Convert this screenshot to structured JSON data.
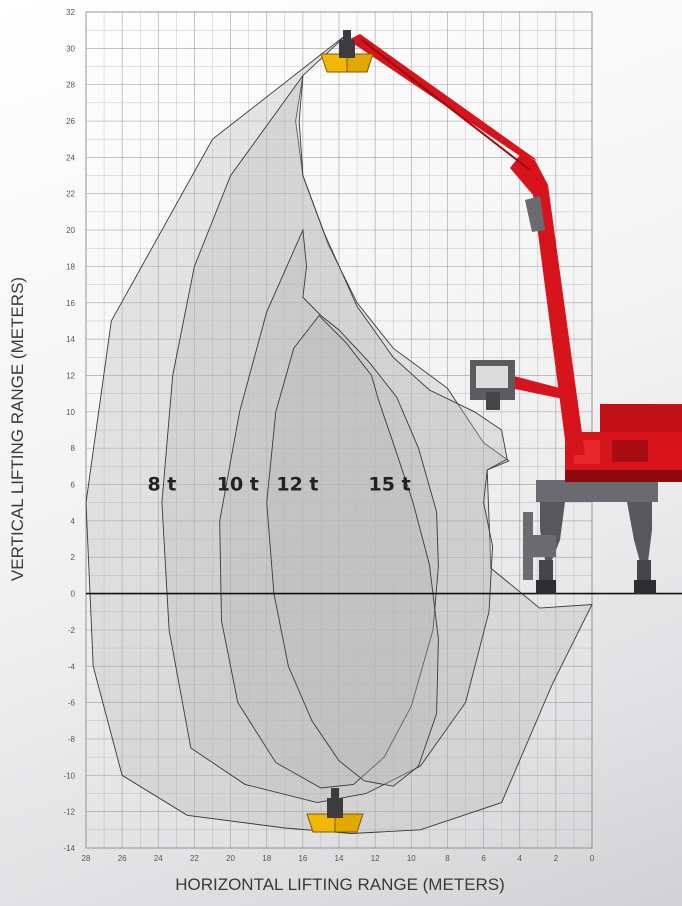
{
  "chart_data": {
    "type": "area",
    "xlabel": "HORIZONTAL LIFTING RANGE (METERS)",
    "ylabel": "VERTICAL LIFTING RANGE (METERS)",
    "xlim": [
      28,
      0
    ],
    "ylim": [
      -14,
      32
    ],
    "x_ticks": [
      "28",
      "26",
      "24",
      "22",
      "20",
      "18",
      "16",
      "14",
      "12",
      "10",
      "8",
      "6",
      "4",
      "2",
      "0"
    ],
    "y_ticks": [
      "32",
      "30",
      "28",
      "26",
      "24",
      "22",
      "20",
      "18",
      "16",
      "14",
      "12",
      "10",
      "8",
      "6",
      "4",
      "2",
      "0",
      "-2",
      "-4",
      "-6",
      "-8",
      "-10",
      "-12",
      "-14"
    ],
    "grid": true,
    "series": [
      {
        "name": "8 t",
        "outline": [
          [
            13.4,
            30.9
          ],
          [
            21,
            25
          ],
          [
            26.6,
            15
          ],
          [
            28,
            5
          ],
          [
            27.6,
            -4
          ],
          [
            26,
            -10
          ],
          [
            22.4,
            -12.2
          ],
          [
            17,
            -12.9
          ],
          [
            13.3,
            -13.2
          ],
          [
            9.5,
            -13
          ],
          [
            5,
            -11.5
          ],
          [
            2.2,
            -5
          ],
          [
            0,
            -0.6
          ],
          [
            2.9,
            -0.8
          ],
          [
            5.6,
            1.4
          ],
          [
            5.8,
            6.8
          ],
          [
            4.6,
            7.3
          ],
          [
            6,
            8.3
          ],
          [
            8,
            11.3
          ],
          [
            11,
            13.5
          ],
          [
            13,
            16
          ],
          [
            14.6,
            19.2
          ],
          [
            16,
            23
          ],
          [
            16.4,
            26
          ],
          [
            16,
            28.5
          ],
          [
            13.4,
            30.9
          ]
        ]
      },
      {
        "name": "10 t",
        "outline": [
          [
            16,
            28.5
          ],
          [
            20,
            23
          ],
          [
            22,
            18
          ],
          [
            23.2,
            12
          ],
          [
            23.8,
            5
          ],
          [
            23.4,
            -2
          ],
          [
            22.2,
            -8.5
          ],
          [
            19.2,
            -10.5
          ],
          [
            15.2,
            -11.5
          ],
          [
            12.5,
            -11
          ],
          [
            9.5,
            -9.5
          ],
          [
            7,
            -6
          ],
          [
            5.7,
            -1
          ],
          [
            5.5,
            2.6
          ],
          [
            6,
            5
          ],
          [
            5.8,
            6.8
          ],
          [
            4.7,
            7.4
          ],
          [
            5,
            9
          ],
          [
            6.5,
            10
          ],
          [
            9,
            11.2
          ],
          [
            11,
            13
          ],
          [
            13,
            15.8
          ],
          [
            14.8,
            19.8
          ],
          [
            16,
            23
          ],
          [
            16.2,
            26
          ],
          [
            16,
            28.5
          ]
        ]
      },
      {
        "name": "12 t",
        "outline": [
          [
            16,
            20
          ],
          [
            18,
            15.5
          ],
          [
            19.5,
            10
          ],
          [
            20.6,
            4
          ],
          [
            20.5,
            -1.5
          ],
          [
            19.6,
            -6
          ],
          [
            17.5,
            -9.3
          ],
          [
            15,
            -10.7
          ],
          [
            13.2,
            -10.5
          ],
          [
            11.5,
            -9
          ],
          [
            10,
            -6.2
          ],
          [
            8.8,
            -2
          ],
          [
            8.5,
            1.5
          ],
          [
            8.6,
            4.5
          ],
          [
            9.6,
            8
          ],
          [
            10.8,
            10.8
          ],
          [
            12.3,
            12.7
          ],
          [
            14,
            14.5
          ],
          [
            15,
            15.3
          ],
          [
            16,
            16.3
          ],
          [
            15.8,
            18
          ],
          [
            16,
            20
          ]
        ]
      },
      {
        "name": "15 t",
        "outline": [
          [
            15.1,
            15.3
          ],
          [
            16.5,
            13.5
          ],
          [
            17.5,
            10
          ],
          [
            18,
            5
          ],
          [
            17.6,
            0
          ],
          [
            16.8,
            -4
          ],
          [
            15.5,
            -7
          ],
          [
            14,
            -9.2
          ],
          [
            12.6,
            -10.3
          ],
          [
            11,
            -10.6
          ],
          [
            9.6,
            -9.5
          ],
          [
            8.6,
            -6.6
          ],
          [
            8.5,
            -2.5
          ],
          [
            9,
            1.6
          ],
          [
            9.9,
            5
          ],
          [
            10.9,
            8
          ],
          [
            11.8,
            10.6
          ],
          [
            12.2,
            12
          ],
          [
            13.6,
            13.8
          ],
          [
            15.1,
            15.3
          ]
        ]
      }
    ],
    "labels": [
      {
        "text": "8 t",
        "x": 23.8,
        "y": 6
      },
      {
        "text": "10 t",
        "x": 19.6,
        "y": 6
      },
      {
        "text": "12 t",
        "x": 16.3,
        "y": 6
      },
      {
        "text": "15 t",
        "x": 11.2,
        "y": 6
      }
    ]
  },
  "colors": {
    "grid": "#9a9a9a",
    "zone_fill": "#b8b8b8",
    "crane_red": "#d7141b",
    "crane_dark": "#5f5f64",
    "grab_yellow": "#f2b705"
  },
  "icons": {
    "grab_top": "clamshell-grab-icon",
    "grab_bottom": "clamshell-grab-icon",
    "crane": "material-handler-crane"
  }
}
